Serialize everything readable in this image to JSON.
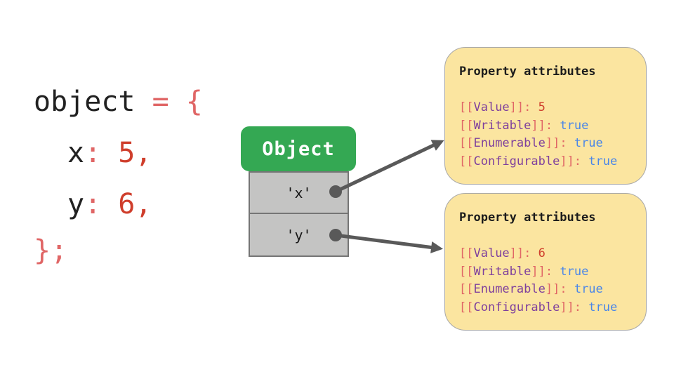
{
  "colors": {
    "black": "#212121",
    "salmon": "#e06666",
    "red": "#cf3e2c",
    "purple": "#7e3f9d",
    "blue": "#4a86e8",
    "green": "#34a853",
    "yellow": "#fbe5a0",
    "grayfill": "#c4c4c3",
    "arrow": "#595959"
  },
  "code_block": {
    "lines": [
      {
        "indent": 0,
        "tokens": [
          {
            "text": "object",
            "color": "black"
          },
          {
            "text": " ",
            "color": "black"
          },
          {
            "text": "=",
            "color": "salmon"
          },
          {
            "text": " ",
            "color": "black"
          },
          {
            "text": "{",
            "color": "salmon"
          }
        ]
      },
      {
        "indent": 1,
        "tokens": [
          {
            "text": "x",
            "color": "black"
          },
          {
            "text": ":",
            "color": "salmon"
          },
          {
            "text": " ",
            "color": "black"
          },
          {
            "text": "5",
            "color": "red"
          },
          {
            "text": ",",
            "color": "red"
          }
        ]
      },
      {
        "indent": 1,
        "tokens": [
          {
            "text": "y",
            "color": "black"
          },
          {
            "text": ":",
            "color": "salmon"
          },
          {
            "text": " ",
            "color": "black"
          },
          {
            "text": "6",
            "color": "red"
          },
          {
            "text": ",",
            "color": "red"
          }
        ]
      },
      {
        "indent": 0,
        "tokens": [
          {
            "text": "}",
            "color": "salmon"
          },
          {
            "text": ";",
            "color": "salmon"
          }
        ]
      }
    ]
  },
  "object_diagram": {
    "class_label": "Object",
    "properties": [
      {
        "key": "'x'"
      },
      {
        "key": "'y'"
      }
    ]
  },
  "attribute_cards": [
    {
      "title": "Property attributes",
      "rows": [
        {
          "name": "Value",
          "value": "5",
          "value_color": "red"
        },
        {
          "name": "Writable",
          "value": "true",
          "value_color": "blue"
        },
        {
          "name": "Enumerable",
          "value": "true",
          "value_color": "blue"
        },
        {
          "name": "Configurable",
          "value": "true",
          "value_color": "blue"
        }
      ]
    },
    {
      "title": "Property attributes",
      "rows": [
        {
          "name": "Value",
          "value": "6",
          "value_color": "red"
        },
        {
          "name": "Writable",
          "value": "true",
          "value_color": "blue"
        },
        {
          "name": "Enumerable",
          "value": "true",
          "value_color": "blue"
        },
        {
          "name": "Configurable",
          "value": "true",
          "value_color": "blue"
        }
      ]
    }
  ]
}
